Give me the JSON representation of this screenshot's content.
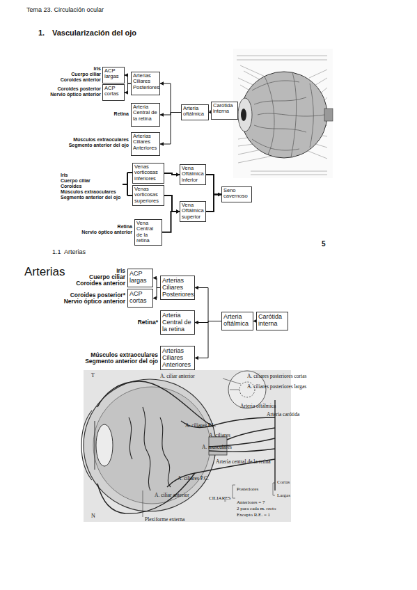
{
  "diagram": {
    "nodes": [
      {
        "text": [
          "ACP largas"
        ]
      },
      {
        "text": [
          "ACP cortas"
        ]
      },
      {
        "text": [
          "Arterias Ciliares Posteriores"
        ]
      },
      {
        "text": [
          "Arteria Central de la retina"
        ]
      },
      {
        "text": [
          "Arteria oftálmica"
        ]
      },
      {
        "text": [
          "Carótida interna"
        ]
      },
      {
        "text": [
          "Arterias Ciliares Anteriores"
        ]
      },
      {
        "text": [
          "Venas vorticosas inferiores"
        ]
      },
      {
        "text": [
          "Venas vorticosas superiores"
        ]
      },
      {
        "text": [
          "Vena Oftálmica inferior"
        ]
      },
      {
        "text": [
          "Vena Oftálmica superior"
        ]
      },
      {
        "text": [
          "Seno cavernoso"
        ]
      },
      {
        "text": [
          "Vena Central de la retina"
        ]
      },
      {
        "text": [
          "ACP largas"
        ]
      },
      {
        "text": [
          "ACP cortas"
        ]
      },
      {
        "text": [
          "Arterias Ciliares Posteriores"
        ]
      },
      {
        "text": [
          "Arteria Central de la retina"
        ]
      },
      {
        "text": [
          "Arteria oftálmica"
        ]
      },
      {
        "text": [
          "Carótida interna"
        ]
      },
      {
        "text": [
          "Arterias Ciliares Anteriores"
        ]
      }
    ],
    "edges": [
      {
        "from": 5,
        "to": 4,
        "arrow": "to"
      },
      {
        "from": 4,
        "to": 2,
        "arrow": "to"
      },
      {
        "from": 4,
        "to": 3,
        "arrow": "to"
      },
      {
        "from": 4,
        "to": 6,
        "arrow": "to"
      },
      {
        "from": 2,
        "to": 0,
        "arrow": "to"
      },
      {
        "from": 2,
        "to": 1,
        "arrow": "to"
      },
      {
        "from": 7,
        "to": 9,
        "arrow": "to"
      },
      {
        "from": 8,
        "to": 10,
        "arrow": "to"
      },
      {
        "from": 9,
        "to": 11,
        "arrow": "to"
      },
      {
        "from": 10,
        "to": 11,
        "arrow": "to"
      },
      {
        "from": 12,
        "to": 10,
        "arrow": "to"
      },
      {
        "from": 18,
        "to": 17,
        "arrow": "to"
      },
      {
        "from": 17,
        "to": 15,
        "arrow": "to"
      },
      {
        "from": 17,
        "to": 16,
        "arrow": "to"
      },
      {
        "from": 17,
        "to": 19,
        "arrow": "to"
      },
      {
        "from": 15,
        "to": 13,
        "arrow": "to"
      },
      {
        "from": 15,
        "to": 14,
        "arrow": "to"
      }
    ],
    "labels": [
      "Tema 23. Circulación ocular",
      "1.",
      "Vascularización del ojo",
      "Iris",
      "Cuerpo ciliar",
      "Coroides anterior",
      "Coroides posterior",
      "Nervio óptico anterior",
      "Retina",
      "Músculos extraoculares",
      "Segmento anterior del ojo",
      "Iris",
      "Cuerpo ciliar",
      "Coroides",
      "Músculos extraoculares",
      "Segmento anterior del ojo",
      "Retina",
      "Nervio óptico anterior",
      "5",
      "1.1",
      "Arterias",
      "Arterias",
      "Iris",
      "Cuerpo ciliar",
      "Coroides anterior",
      "Coroides posterior*",
      "Nervio óptico anterior",
      "Retina*",
      "Músculos extraoculares",
      "Segmento anterior del ojo",
      "T",
      "A. ciliar anterior",
      "A. ciliares posteriores cortas",
      "A. ciliares posteriores largas",
      "Arteria oftálmica",
      "Arteria carótida",
      "A. ciliares P.L.",
      "A. ciliares",
      "A. musculares",
      "Arteria central de la retina",
      "A. ciliares P.C.",
      "Cortas",
      "Posteriores",
      "Largas",
      "CILIARES",
      "Anteriores = 7",
      "2 para cada m. recto",
      "Excepto R.E. = 1",
      "A. ciliar anterior",
      "N",
      "Plexiforme externa"
    ]
  }
}
